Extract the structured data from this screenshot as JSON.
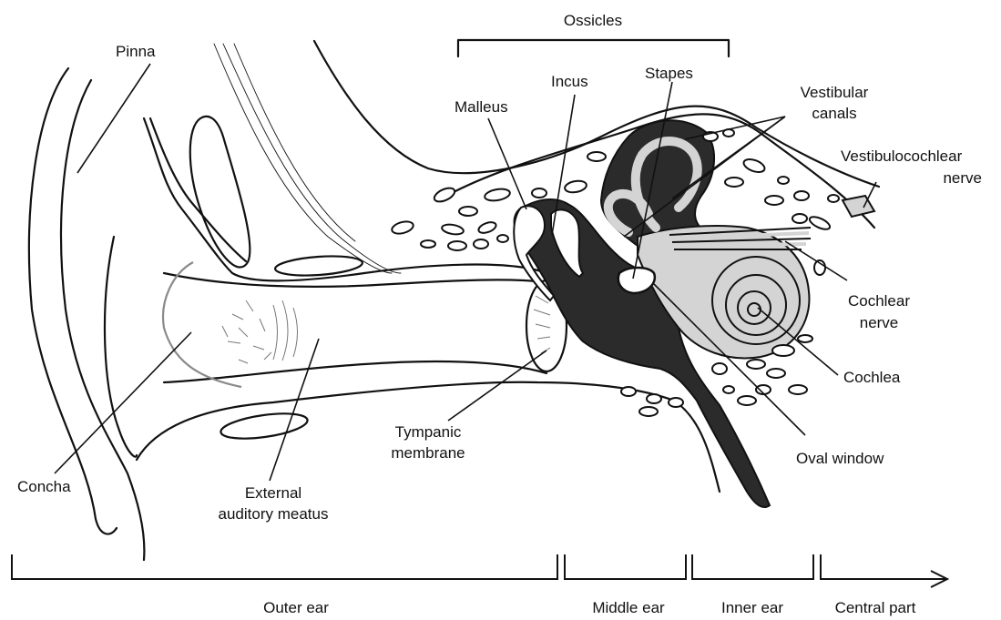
{
  "labels": {
    "ossicles": "Ossicles",
    "pinna": "Pinna",
    "incus": "Incus",
    "stapes": "Stapes",
    "malleus": "Malleus",
    "vestibular_1": "Vestibular",
    "vestibular_2": "canals",
    "vestibulocochlear_1": "Vestibulocochlear",
    "vestibulocochlear_2": "nerve",
    "cochlear_1": "Cochlear",
    "cochlear_2": "nerve",
    "cochlea": "Cochlea",
    "oval_window": "Oval window",
    "tympanic_1": "Tympanic",
    "tympanic_2": "membrane",
    "concha": "Concha",
    "external_1": "External",
    "external_2": "auditory meatus"
  },
  "regions": [
    "Outer ear",
    "Middle ear",
    "Inner ear",
    "Central part"
  ],
  "colors": {
    "outline": "#111111",
    "dark_fill": "#2b2b2b",
    "light_fill": "#d4d4d4",
    "concha_outline": "#8a8a8a"
  }
}
